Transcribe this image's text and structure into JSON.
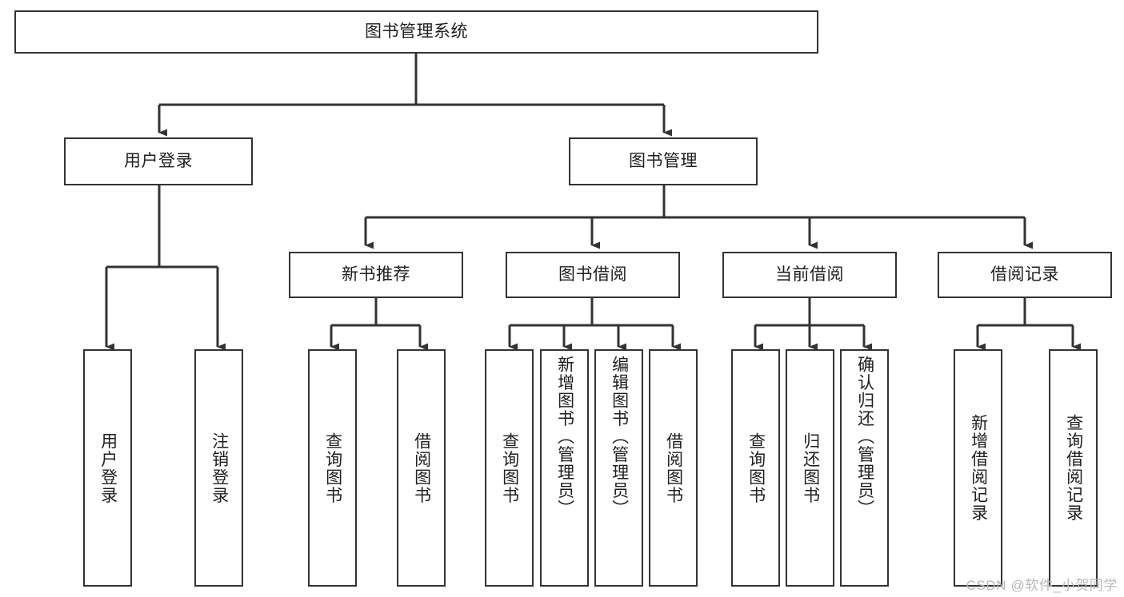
{
  "diagram": {
    "type": "tree-hierarchy-chart",
    "title": "图书管理系统",
    "stroke_color": "#333333",
    "fill_color": "#ffffff",
    "text_color": "#1f1f1f",
    "nodes": {
      "root": {
        "label": "图书管理系统"
      },
      "level2": [
        {
          "label": "用户登录"
        },
        {
          "label": "图书管理"
        }
      ],
      "level3": [
        {
          "label": "新书推荐"
        },
        {
          "label": "图书借阅"
        },
        {
          "label": "当前借阅"
        },
        {
          "label": "借阅记录"
        }
      ],
      "leaves": {
        "user_login": [
          {
            "label": "用户登录"
          },
          {
            "label": "注销登录"
          }
        ],
        "new_book_recommend": [
          {
            "label": "查询图书"
          },
          {
            "label": "借阅图书"
          }
        ],
        "book_borrow": [
          {
            "label": "查询图书"
          },
          {
            "label": "新增图书（管理员）"
          },
          {
            "label": "编辑图书（管理员）"
          },
          {
            "label": "借阅图书"
          }
        ],
        "current_borrow": [
          {
            "label": "查询图书"
          },
          {
            "label": "归还图书"
          },
          {
            "label": "确认归还（管理员）"
          }
        ],
        "borrow_record": [
          {
            "label": "新增借阅记录"
          },
          {
            "label": "查询借阅记录"
          }
        ]
      }
    }
  },
  "watermark": {
    "text": "CSDN @软件_小贺同学"
  }
}
